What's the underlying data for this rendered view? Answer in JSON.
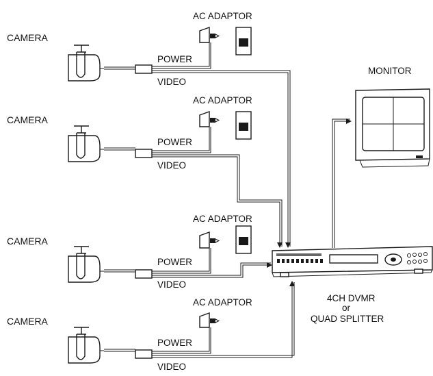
{
  "cameras": [
    {
      "label": "CAMERA",
      "adaptor_label": "AC ADAPTOR",
      "power_label": "POWER",
      "video_label": "VIDEO"
    },
    {
      "label": "CAMERA",
      "adaptor_label": "AC ADAPTOR",
      "power_label": "POWER",
      "video_label": "VIDEO"
    },
    {
      "label": "CAMERA",
      "adaptor_label": "AC ADAPTOR",
      "power_label": "POWER",
      "video_label": "VIDEO"
    },
    {
      "label": "CAMERA",
      "adaptor_label": "AC ADAPTOR",
      "power_label": "POWER",
      "video_label": "VIDEO"
    }
  ],
  "monitor": {
    "label": "MONITOR"
  },
  "recorder": {
    "line1": "4CH DVMR",
    "line2": "or",
    "line3": "QUAD SPLITTER"
  },
  "colors": {
    "line": "#1a1a1a",
    "background": "#ffffff"
  }
}
